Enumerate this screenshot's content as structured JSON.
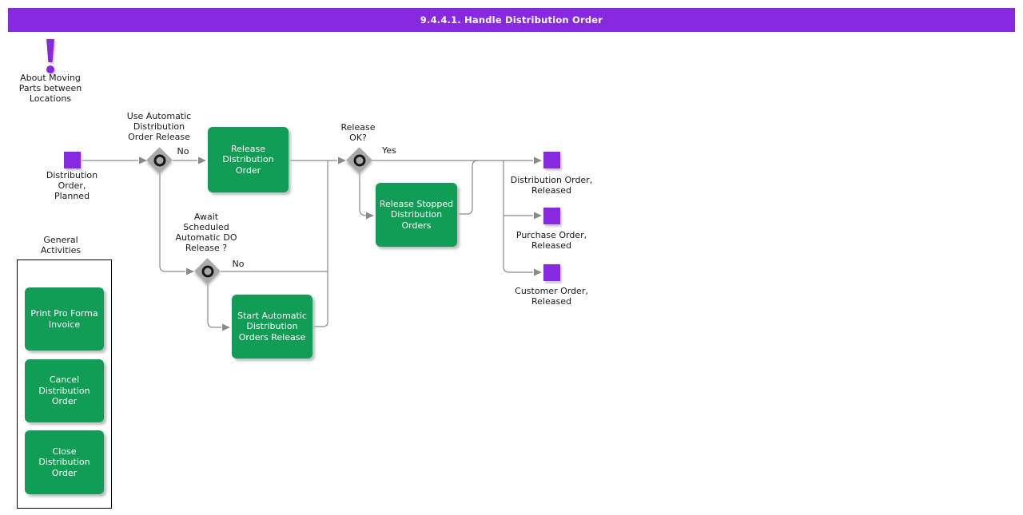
{
  "title": "9.4.4.1. Handle Distribution Order",
  "colors": {
    "purple": "#8729DF",
    "green": "#119D55",
    "diamond": "#A9A9A9",
    "line": "#8A8A8A"
  },
  "note": {
    "label": "About Moving\nParts between\nLocations"
  },
  "flow": {
    "start_event": {
      "label": "Distribution\nOrder,\nPlanned"
    },
    "gateway_use_automatic": {
      "label": "Use Automatic\nDistribution\nOrder Release",
      "branch_no": "No"
    },
    "task_release_do": {
      "label": "Release\nDistribution\nOrder"
    },
    "gateway_release_ok": {
      "label": "Release\nOK?",
      "branch_yes": "Yes"
    },
    "task_release_stopped": {
      "label": "Release Stopped\nDistribution\nOrders"
    },
    "gateway_await": {
      "label": "Await\nScheduled\nAutomatic DO\nRelease ?",
      "branch_no": "No"
    },
    "task_start_automatic": {
      "label": "Start Automatic\nDistribution\nOrders Release"
    },
    "end_events": [
      {
        "label": "Distribution Order,\nReleased"
      },
      {
        "label": "Purchase Order,\nReleased"
      },
      {
        "label": "Customer Order,\nReleased"
      }
    ]
  },
  "general_activities": {
    "title": "General\nActivities",
    "tasks": [
      {
        "label": "Print Pro Forma\nInvoice"
      },
      {
        "label": "Cancel\nDistribution\nOrder"
      },
      {
        "label": "Close\nDistribution\nOrder"
      }
    ]
  }
}
